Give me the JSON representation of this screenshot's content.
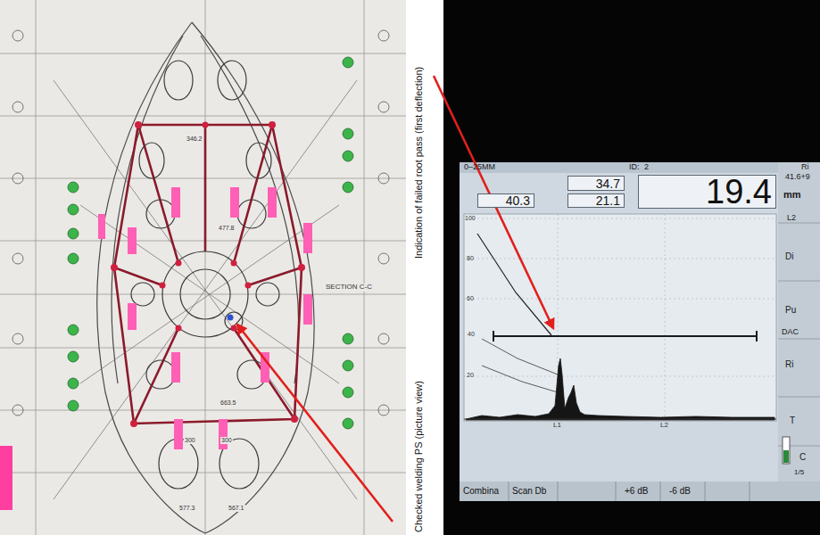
{
  "diagram": {
    "nodes": [
      {
        "text": [
          "34.7"
        ]
      },
      {
        "text": [
          "40.3"
        ]
      },
      {
        "text": [
          "21.1"
        ]
      },
      {
        "text": [
          "19.4"
        ]
      }
    ],
    "labels": [
      "Indication of failed root pass (first deflection)",
      "Checked welding PS (picture view)",
      "0–25MM",
      "ID:",
      "2",
      "mm",
      "L2",
      "DAC",
      "1/5",
      "100",
      "80",
      "60",
      "40",
      "20",
      "L1",
      "L2",
      "Combina",
      "Scan Db",
      "+6 dB",
      "-6 dB",
      "Ri",
      "41.6+9",
      "Di",
      "Pu",
      "Ri",
      "T",
      "C",
      "SECTION C-C",
      "346.2",
      "477.8",
      "663.5",
      "577.3",
      "567.1",
      "300",
      "300"
    ]
  }
}
